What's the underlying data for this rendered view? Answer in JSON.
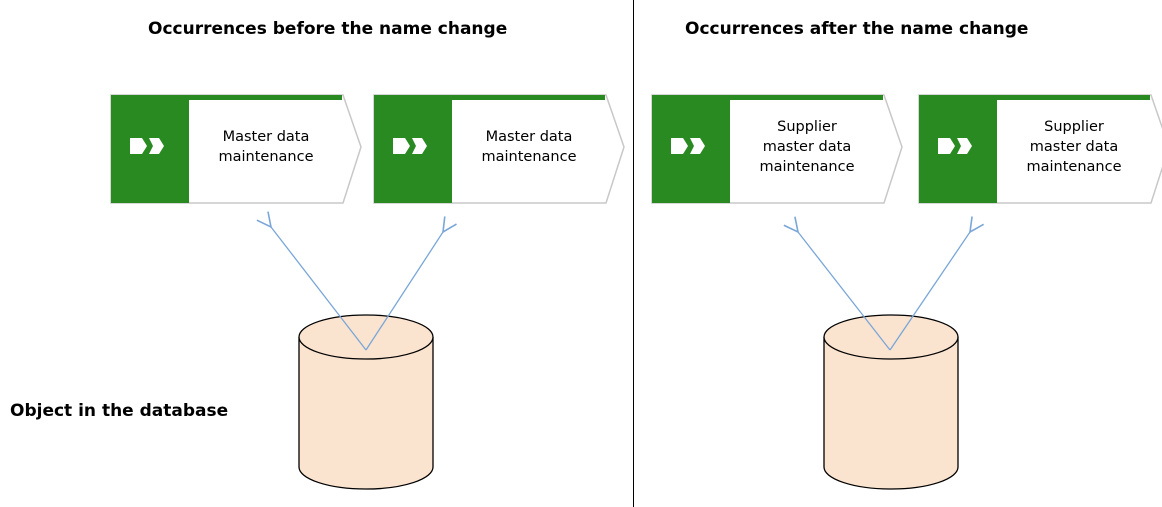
{
  "headings": {
    "before": "Occurrences before the name change",
    "after": "Occurrences after the name change",
    "database_object": "Object in the database"
  },
  "occurrences_before": [
    {
      "label": "Master data\nmaintenance",
      "icon": "function-icon"
    },
    {
      "label": "Master data\nmaintenance",
      "icon": "function-icon"
    }
  ],
  "occurrences_after": [
    {
      "label": "Supplier\nmaster data\nmaintenance",
      "icon": "function-icon"
    },
    {
      "label": "Supplier\nmaster data\nmaintenance",
      "icon": "function-icon"
    }
  ],
  "colors": {
    "function_green": "#2a8a22",
    "function_border": "#c8c8c8",
    "arrow": "#7aa6d8",
    "database_fill": "#fae3cf",
    "database_stroke": "#000000",
    "divider": "#000000"
  }
}
